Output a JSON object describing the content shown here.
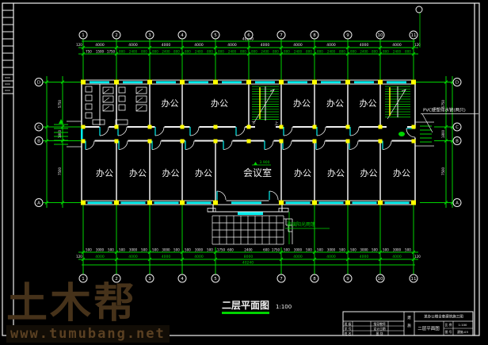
{
  "colors": {
    "green": "#00d400",
    "cyan": "#00eeee",
    "yellow": "#ffff00",
    "white": "#f0f0f0",
    "wm": "#46321a"
  },
  "axes": {
    "top": [
      "1",
      "2",
      "3",
      "4",
      "5",
      "6",
      "7",
      "8",
      "9",
      "10",
      "11"
    ],
    "bottom": [
      "1",
      "2",
      "3",
      "4",
      "5",
      "7",
      "8",
      "9",
      "10",
      "11"
    ],
    "left": [
      "D",
      "C",
      "B",
      "A"
    ],
    "right": [
      "D",
      "C",
      "B",
      "A"
    ]
  },
  "dims": {
    "total": "40240",
    "edge": "120",
    "bay": "4000",
    "center_bay": "8000",
    "top_detail_first": [
      "750",
      "1500",
      "1750"
    ],
    "top_detail": [
      "800",
      "2400",
      "800"
    ],
    "bottom_detail": [
      "500",
      "3000",
      "500"
    ],
    "bottom_detail_center": [
      "1750",
      "600",
      "2400",
      "600",
      "1750"
    ],
    "left_vertical": [
      "5750",
      "1800",
      "7500"
    ],
    "right_vertical": [
      "5750",
      "1800",
      "7500"
    ]
  },
  "rooms": {
    "office": "办公",
    "meeting": "会议室"
  },
  "stairs": {
    "up": "上",
    "down": "下"
  },
  "notes": {
    "pvc": "PVC硬塑排水管(两只)",
    "canopy": "玻璃阳光雨篷",
    "level": "3.900"
  },
  "title": {
    "text": "二层平面图",
    "scale": "1:100"
  },
  "title_block": {
    "project": "某办公楼全套建筑施工图",
    "drawing": "二层平面图",
    "mid": "建施",
    "rows": [
      [
        "班 级",
        "指导教师"
      ],
      [
        "学 号",
        "设计日期"
      ],
      [
        "姓 名",
        "图  别"
      ]
    ],
    "scale_label": "比 例",
    "scale": "1:100",
    "no_label": "图 号",
    "no": "建施-03"
  },
  "watermark": {
    "brand": "土木帮",
    "url": "www.tumubang.net"
  }
}
